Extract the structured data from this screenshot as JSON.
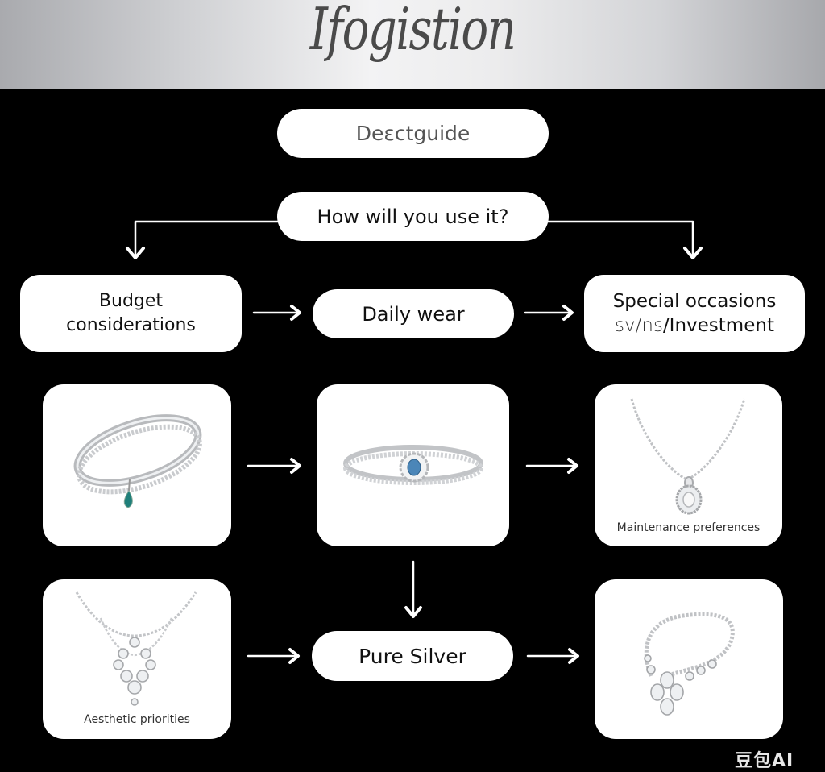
{
  "header": {
    "title": "Ifogistion",
    "background_gradient": [
      "#a9aaae",
      "#f3f3f4",
      "#a7a8ac"
    ],
    "title_color": "#4a4a4a"
  },
  "flow": {
    "top_pill": {
      "label": "Deεctguide",
      "text_color": "#555555"
    },
    "question_pill": {
      "label": "How will you use it?"
    },
    "row1": {
      "left_box": {
        "line1": "Budget",
        "line2": "considerations"
      },
      "center_pill": {
        "label": "Daily wear"
      },
      "right_box": {
        "line1": "Special occasions",
        "line2_prefix": "sv/ns",
        "line2_main": "/Investment"
      }
    },
    "row2": {
      "left_card": {
        "image": "silver-ring-teal-drop-charm",
        "caption": ""
      },
      "center_card": {
        "image": "silver-halo-ring-blue-stone",
        "caption": ""
      },
      "right_card": {
        "image": "silver-pendant-necklace",
        "caption": "Maintenance preferences"
      }
    },
    "row3": {
      "left_card": {
        "image": "silver-draped-necklace",
        "caption": "Aesthetic priorities"
      },
      "center_pill": {
        "label": "Pure Silver"
      },
      "right_card": {
        "image": "silver-cluster-ring",
        "caption": ""
      }
    }
  },
  "colors": {
    "background": "#000000",
    "node_fill": "#ffffff",
    "connector": "#ffffff",
    "text": "#111111",
    "teal_stone": "#1f7f7a",
    "blue_stone": "#4b86b8"
  },
  "watermark": {
    "text": "豆包AI"
  }
}
